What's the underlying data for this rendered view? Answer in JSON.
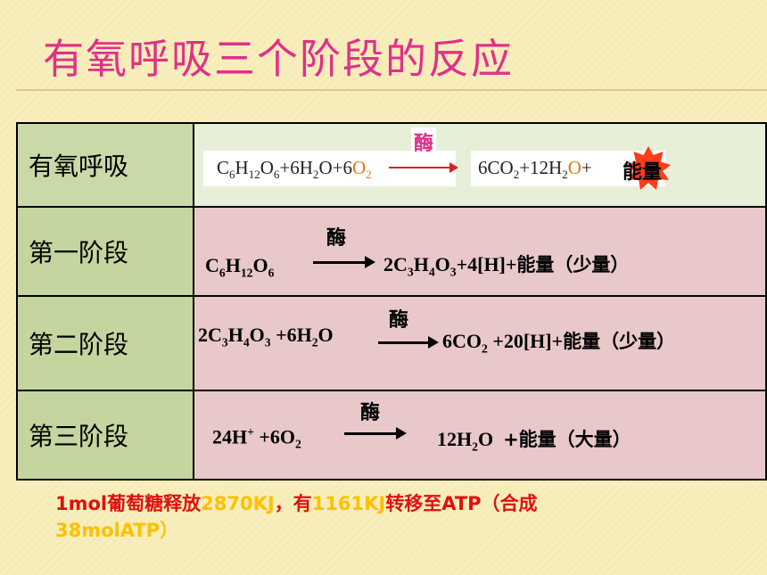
{
  "slide": {
    "title": "有氧呼吸三个阶段的反应"
  },
  "rows": [
    {
      "label": "有氧呼吸"
    },
    {
      "label": "第一阶段"
    },
    {
      "label": "第二阶段"
    },
    {
      "label": "第三阶段"
    }
  ],
  "enzyme": "酶",
  "overall": {
    "plus_6h2o_6": "+6H",
    "o": "O",
    "six_co2": "6CO",
    "plus12": "+12H",
    "plus": "+",
    "energy": "能量"
  },
  "stage1": {
    "products_tail": "+4[H]+",
    "energy": "能量（少量）"
  },
  "stage2": {
    "tail": "+20[H]+",
    "energy": "能量（少量）"
  },
  "stage3": {
    "reactant": "24H",
    "plus6o2": "+6O",
    "energy": "+能量（大量）"
  },
  "footer": {
    "part1": "1mol葡萄糖释放",
    "part2": "2870KJ",
    "part3": "，有",
    "part4": "1161KJ",
    "part5": "转移至ATP（合成",
    "part6": "38molATP）"
  }
}
